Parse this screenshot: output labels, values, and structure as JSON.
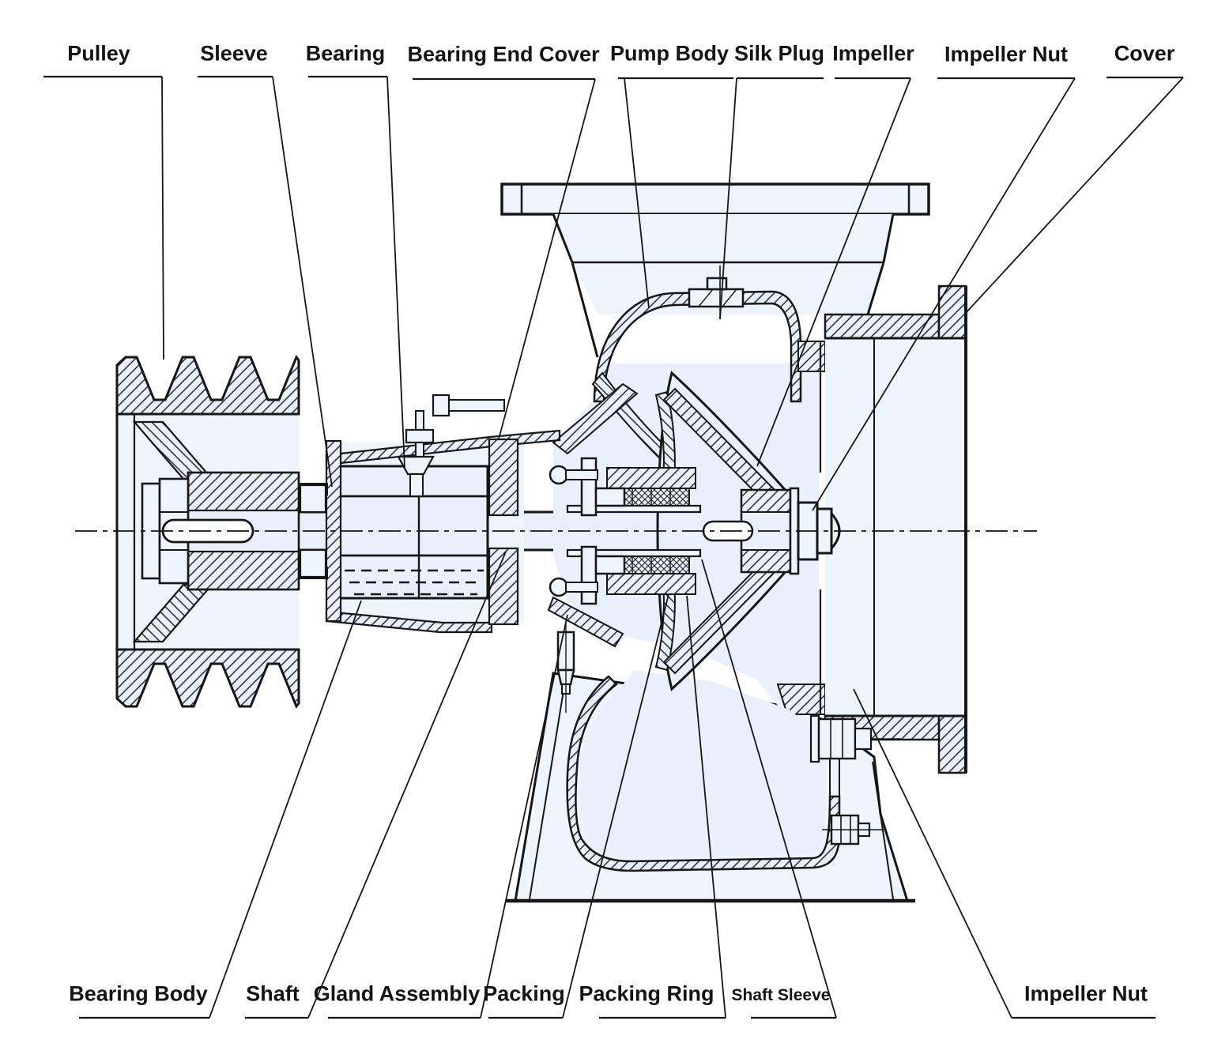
{
  "diagram": {
    "kind": "pump cross-section part diagram",
    "colors": {
      "part_fill": "#e9f0fb",
      "line": "#161616",
      "background": "#ffffff"
    }
  },
  "labels": {
    "top": [
      "Pulley",
      "Sleeve",
      "Bearing",
      "Bearing End Cover",
      "Pump Body",
      "Silk Plug",
      "Impeller",
      "Impeller Nut",
      "Cover"
    ],
    "bottom": [
      "Bearing Body",
      "Shaft",
      "Gland Assembly",
      "Packing",
      "Packing Ring",
      "Shaft Sleeve",
      "Impeller Nut"
    ]
  }
}
